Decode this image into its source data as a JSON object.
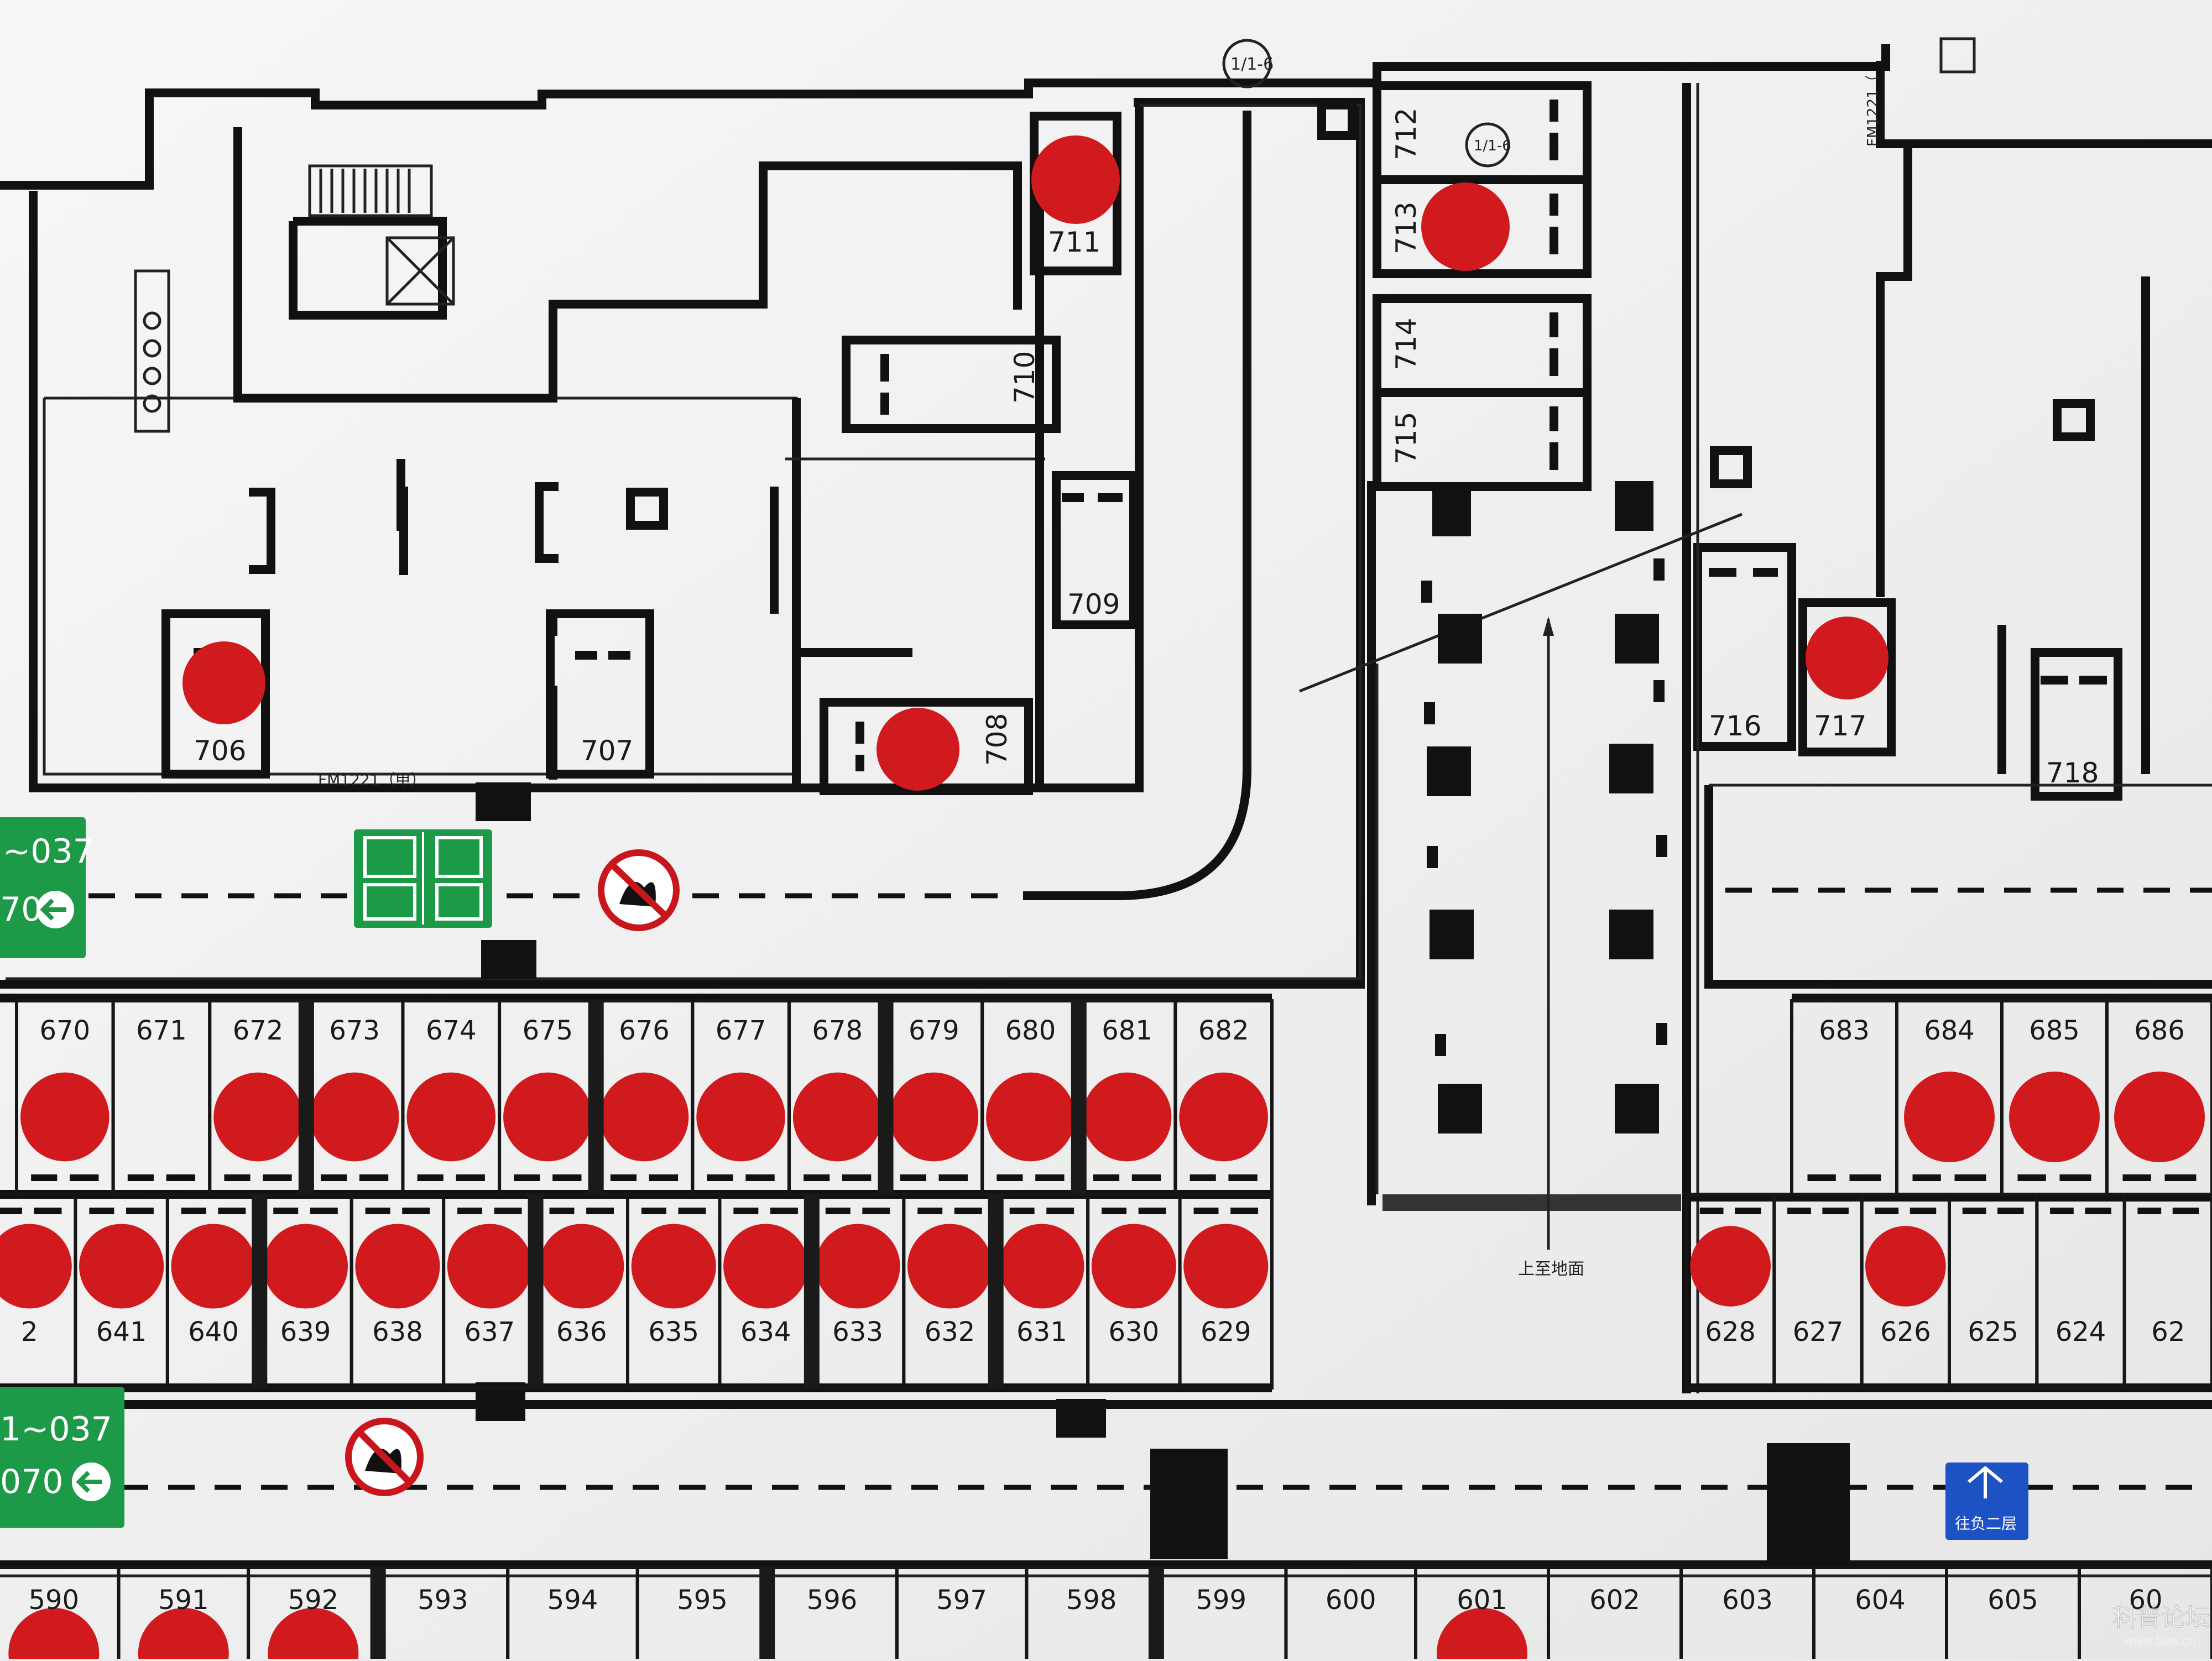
{
  "colors": {
    "paper": "#f3f4f3",
    "ink": "#151515",
    "sold_dot": "#d11a1e",
    "sign_green": "#1c9a47",
    "sign_blue": "#1c52c4"
  },
  "rooms": {
    "r706": "706",
    "r707": "707",
    "r708": "708",
    "r709": "709",
    "r710": "710",
    "r711": "711",
    "r712": "712",
    "r713": "713",
    "r714": "714",
    "r715": "715",
    "r716": "716",
    "r717": "717",
    "r718": "718"
  },
  "row_upper": [
    "670",
    "671",
    "672",
    "673",
    "674",
    "675",
    "676",
    "677",
    "678",
    "679",
    "680",
    "681",
    "682",
    "683",
    "684",
    "685",
    "686"
  ],
  "row_middle": [
    "2",
    "641",
    "640",
    "639",
    "638",
    "637",
    "636",
    "635",
    "634",
    "633",
    "632",
    "631",
    "630",
    "629",
    "628",
    "627",
    "626",
    "625",
    "624",
    "62"
  ],
  "row_bottom": [
    "590",
    "591",
    "592",
    "593",
    "594",
    "595",
    "596",
    "597",
    "598",
    "599",
    "600",
    "601",
    "602",
    "603",
    "604",
    "605",
    "60"
  ],
  "annotations": {
    "door_code": "FM1221（甲）",
    "door_code_right": "FM1221（",
    "axis_tag": "1/1-6",
    "axis_tag_small": "1/1-6",
    "ramp_text": "上至地面"
  },
  "signs": {
    "green_top_line1": "~037",
    "green_top_line2": "70",
    "green_bottom_line1": "1~037",
    "green_bottom_line2": "070",
    "blue_sign": "往负二层"
  },
  "watermark": {
    "name": "科普论坛",
    "url": "www.bbs.cn"
  }
}
